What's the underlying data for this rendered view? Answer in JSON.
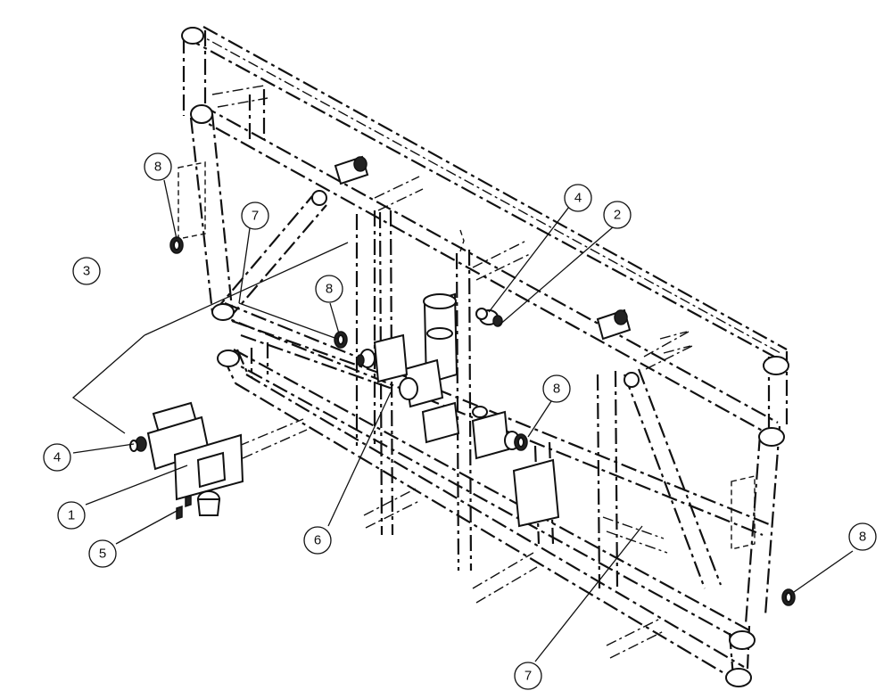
{
  "callouts": [
    {
      "id": "c1",
      "label": "1"
    },
    {
      "id": "c2",
      "label": "2"
    },
    {
      "id": "c3",
      "label": "3"
    },
    {
      "id": "c4a",
      "label": "4"
    },
    {
      "id": "c4b",
      "label": "4"
    },
    {
      "id": "c5",
      "label": "5"
    },
    {
      "id": "c6",
      "label": "6"
    },
    {
      "id": "c7a",
      "label": "7"
    },
    {
      "id": "c7b",
      "label": "7"
    },
    {
      "id": "c8a",
      "label": "8"
    },
    {
      "id": "c8b",
      "label": "8"
    },
    {
      "id": "c8c",
      "label": "8"
    },
    {
      "id": "c8d",
      "label": "8"
    }
  ]
}
